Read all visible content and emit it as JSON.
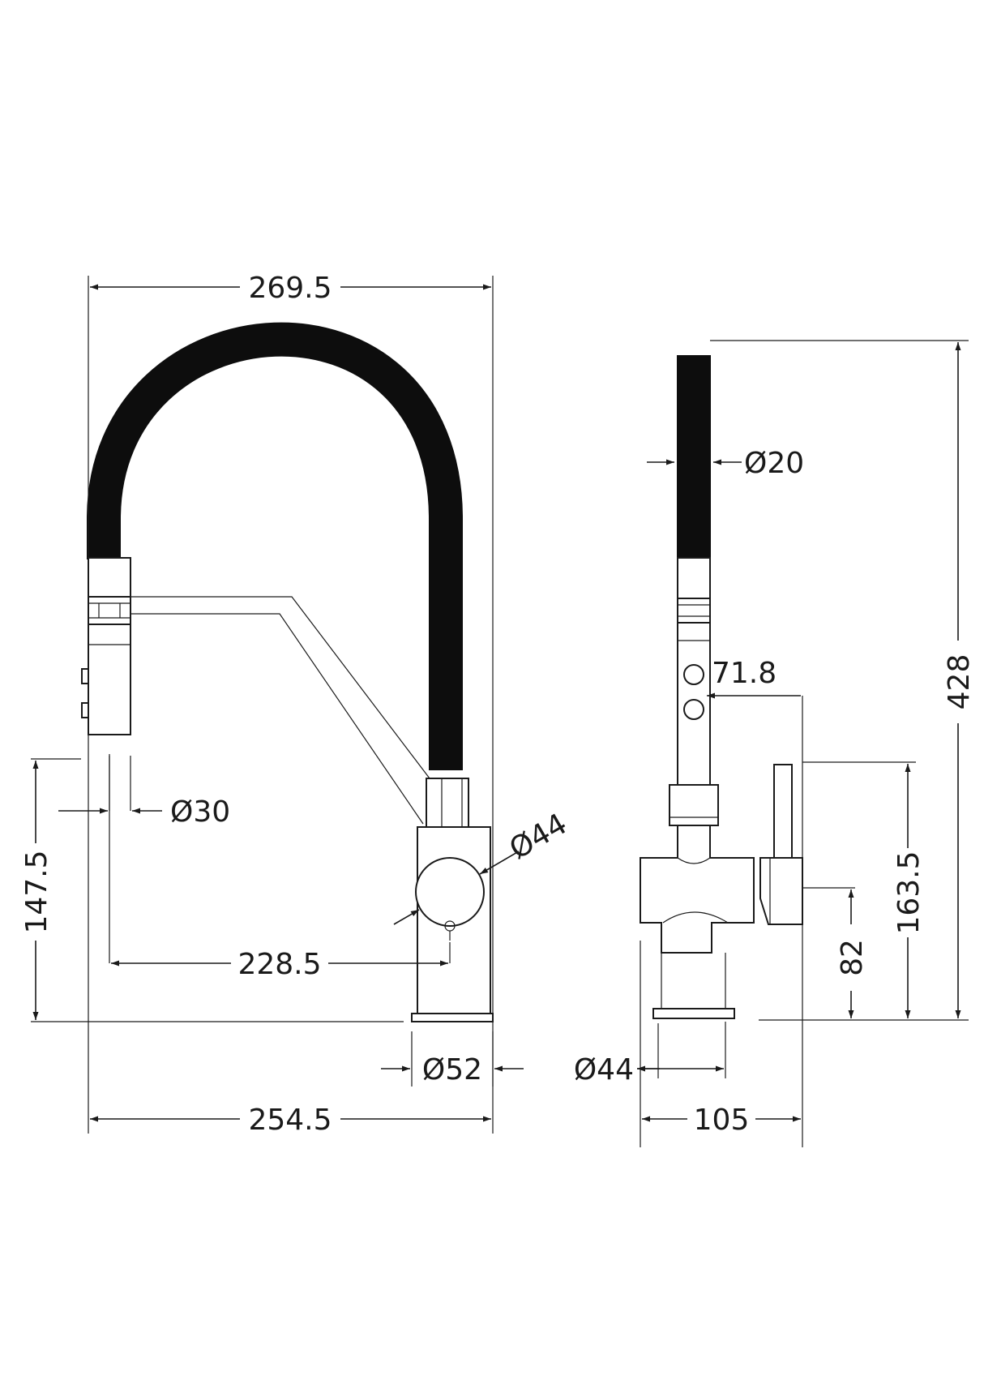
{
  "colors": {
    "line": "#1a1a1a",
    "hose": "#0d0d0d",
    "background": "#ffffff"
  },
  "front_view": {
    "overall_width": "269.5",
    "base_depth": "254.5",
    "spout_reach": "228.5",
    "spout_head_height": "147.5",
    "spout_head_diameter": "Ø30",
    "body_diameter": "Ø44",
    "base_diameter": "Ø52"
  },
  "side_view": {
    "hose_diameter": "Ø20",
    "overall_height": "428",
    "handle_offset": "71.8",
    "handle_height": "163.5",
    "lever_height": "82",
    "base_diameter": "Ø44",
    "overall_depth": "105"
  }
}
